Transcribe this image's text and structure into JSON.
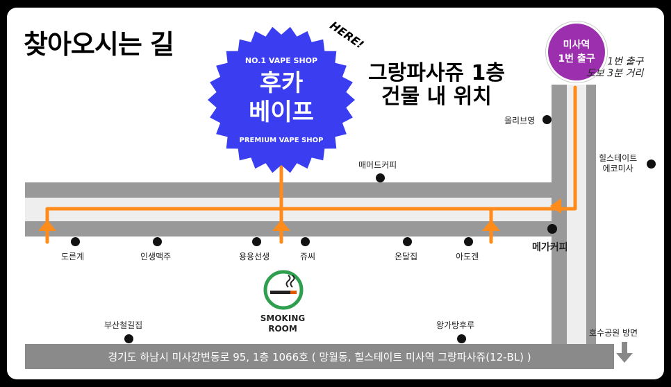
{
  "title": "찾아오시는 길",
  "shop": {
    "name_line1": "후카",
    "name_line2": "베이프",
    "badge_top": "NO.1 VAPE SHOP",
    "badge_bottom": "PREMIUM VAPE SHOP",
    "here": "HERE!"
  },
  "building": {
    "line1": "그랑파사쥬 1층",
    "line2": "건물 내 위치"
  },
  "exit": {
    "line1": "미사역",
    "line2": "1번 출구"
  },
  "walk": {
    "line1": "1번 출구",
    "line2": "도보 3분 거리"
  },
  "places": {
    "oliveyoung": "올리브영",
    "mammoth": "매머드커피",
    "hills_line1": "힐스테이트",
    "hills_line2": "에코미사",
    "mega": "메가커피",
    "doreunge": "도른계",
    "insaeng": "인생맥주",
    "yongyong": "용용선생",
    "jussi": "쥬씨",
    "ondal": "온달집",
    "adogen": "아도겐",
    "busan": "부산철길집",
    "wanggatang": "왕가탕후루"
  },
  "smoking": {
    "line1": "SMOKING",
    "line2": "ROOM"
  },
  "lake_direction": "호수공원 방면",
  "address": "경기도 하남시 미사강변동로 95, 1층 1066호 ( 망월동, 힐스테이트 미사역 그랑파사쥬(12-BL) )",
  "colors": {
    "route": "#ff8c1a",
    "badge": "#3a3df0",
    "exit": "#9b2fae",
    "road": "#999999",
    "smoking": "#2e9e4f"
  }
}
